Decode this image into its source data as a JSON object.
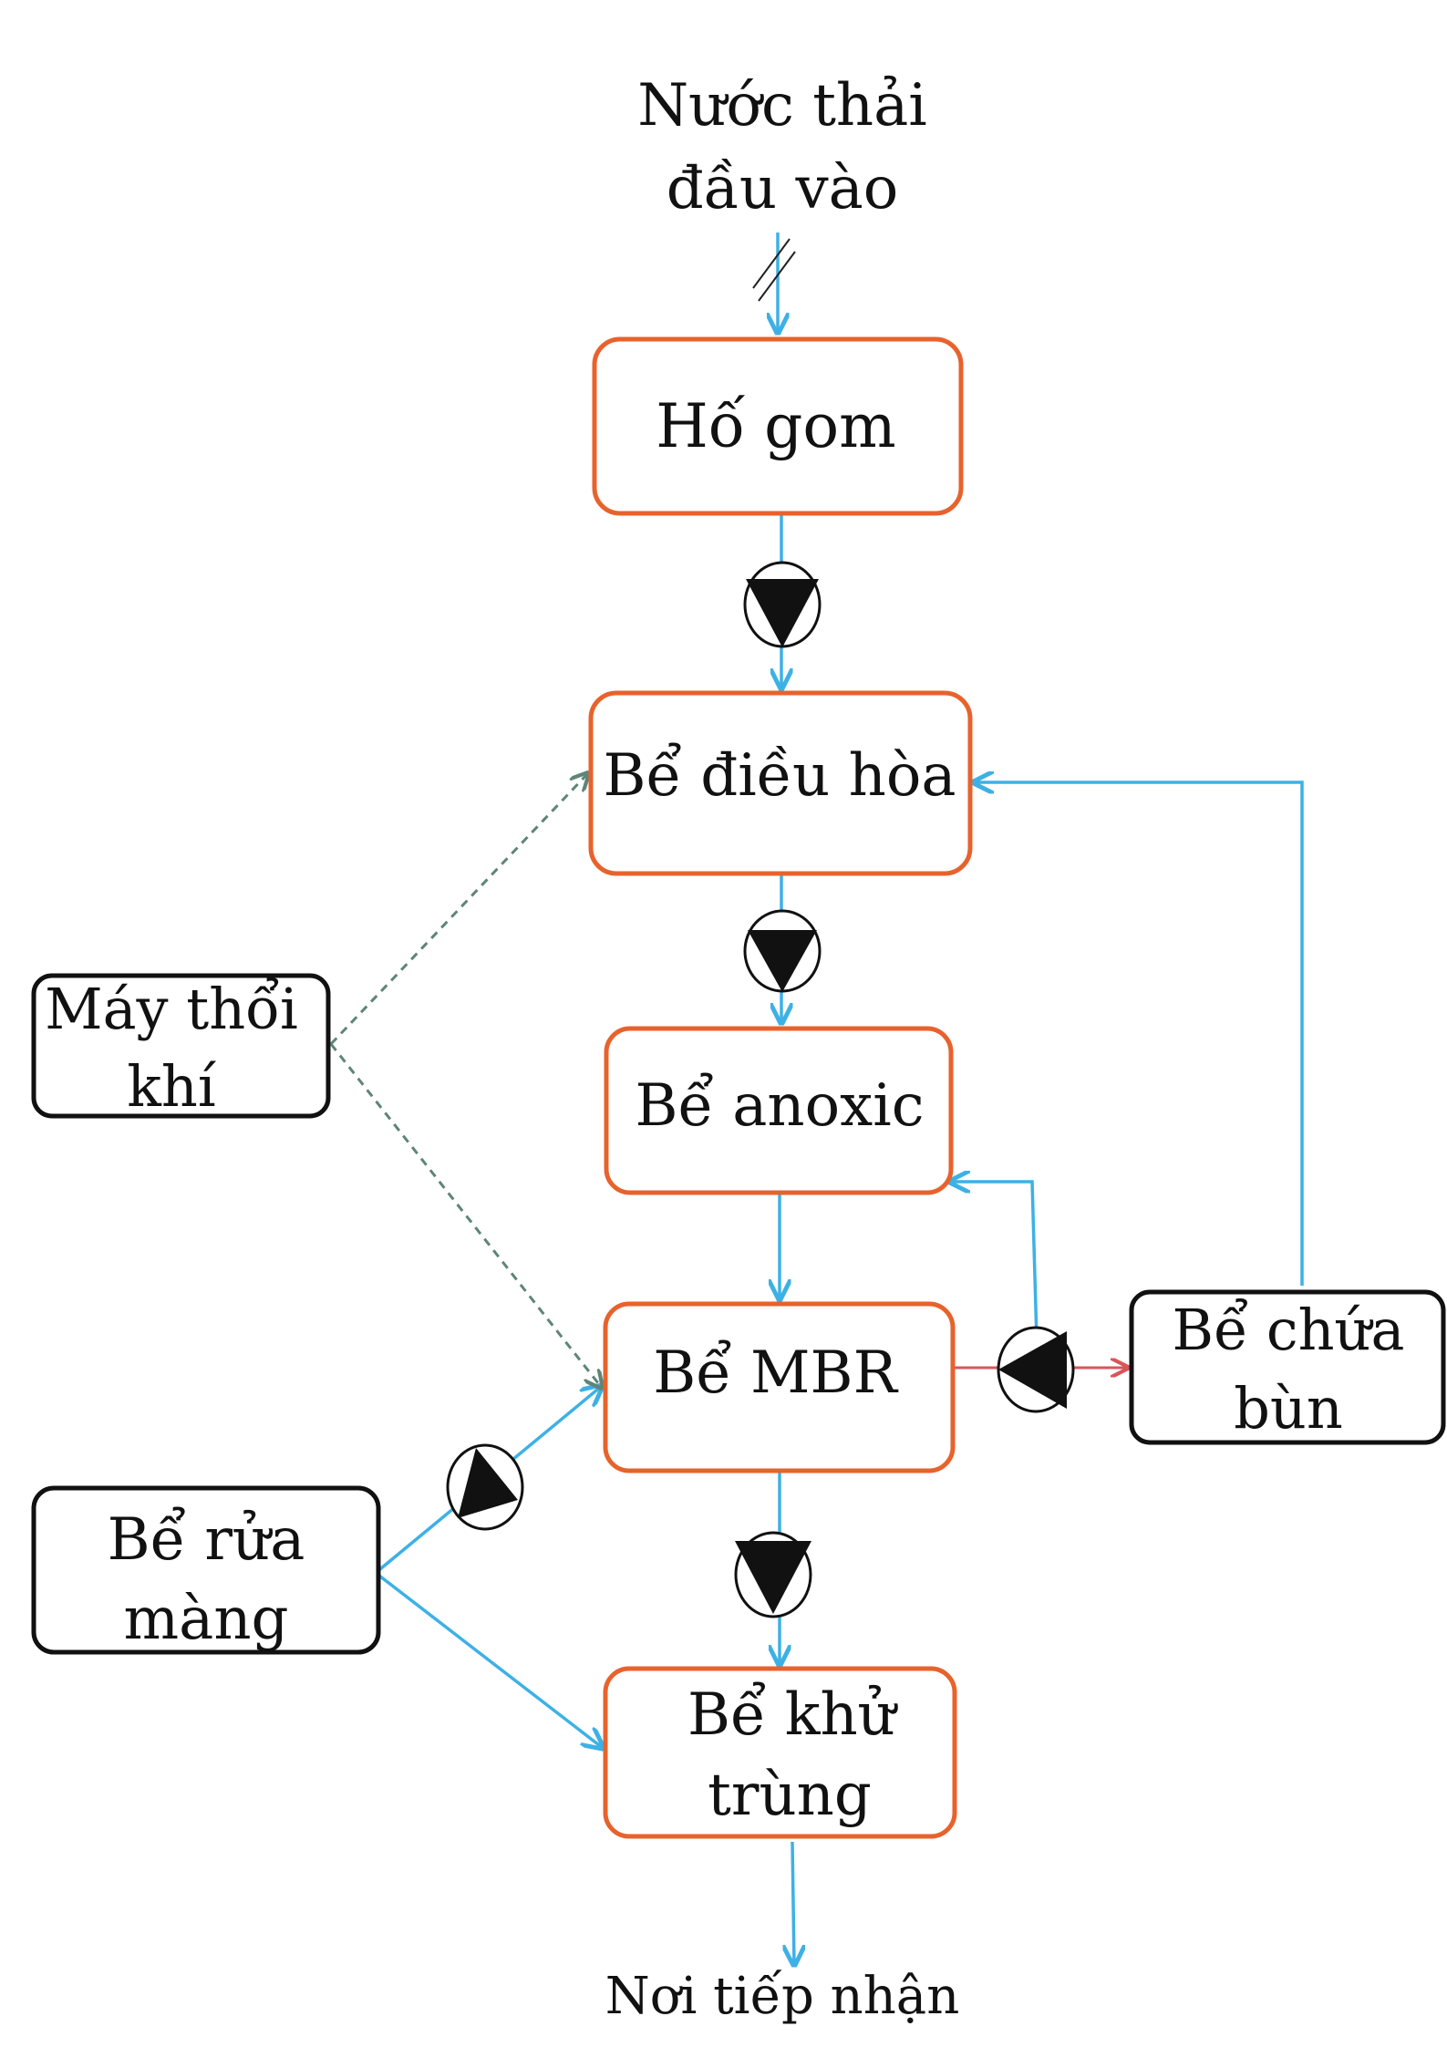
{
  "nodes": {
    "input": {
      "line1": "Nước thải",
      "line2": "đầu vào"
    },
    "ho_gom": {
      "label": "Hố gom"
    },
    "be_dieu_hoa": {
      "label": "Bể điều hòa"
    },
    "be_anoxic": {
      "label": "Bể anoxic"
    },
    "be_mbr": {
      "label": "Bể MBR"
    },
    "be_khu_trung": {
      "line1": "Bể khử",
      "line2": "trùng"
    },
    "may_thoi_khi": {
      "line1": "Máy thổi",
      "line2": "khí"
    },
    "be_rua_mang": {
      "line1": "Bể rửa",
      "line2": "màng"
    },
    "be_chua_bun": {
      "line1": "Bể chứa",
      "line2": "bùn"
    },
    "output": {
      "label": "Nơi tiếp nhận"
    }
  },
  "colors": {
    "process_box": "#E8622C",
    "aux_box": "#111111",
    "water_flow": "#3DB1E5",
    "air_line": "#5E8576",
    "sludge_line": "#D9555A"
  }
}
